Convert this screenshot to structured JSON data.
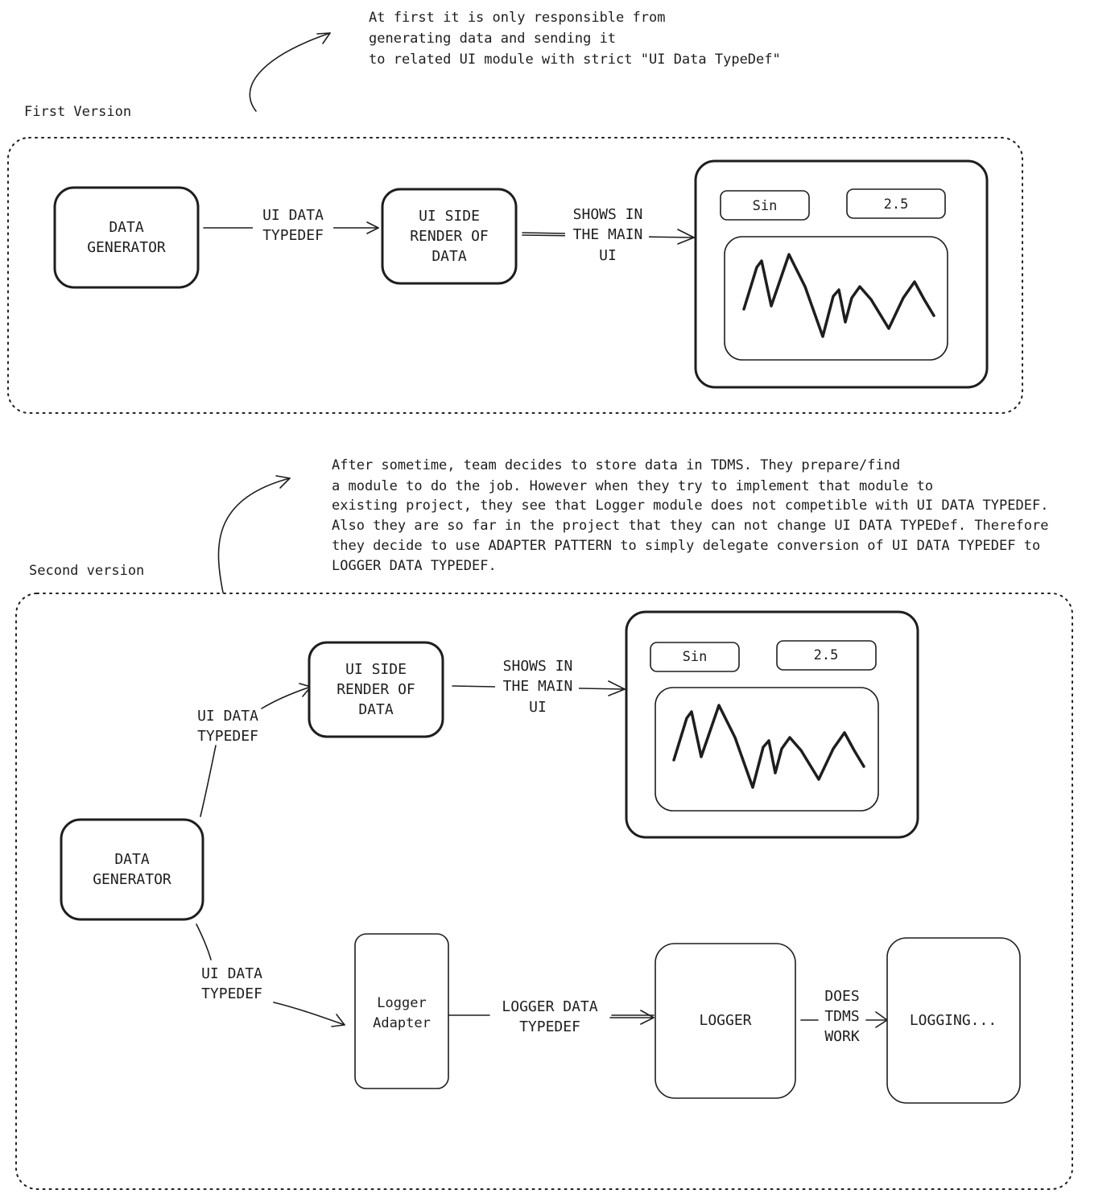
{
  "v1": {
    "title": "First Version",
    "note": [
      "At first it is only responsible from",
      "generating data and sending it",
      "to related UI module with strict \"UI Data TypeDef\""
    ],
    "data_generator": [
      "DATA",
      "GENERATOR"
    ],
    "edge_typedef": [
      "UI DATA",
      "TYPEDEF"
    ],
    "ui_render": [
      "UI SIDE",
      "RENDER OF",
      "DATA"
    ],
    "edge_shows": [
      "SHOWS IN",
      "THE MAIN",
      "UI"
    ],
    "field_name": "Sin",
    "field_value": "2.5"
  },
  "v2": {
    "title": "Second version",
    "note": [
      "After sometime, team decides to store data in TDMS. They prepare/find",
      "a module to do the job. However when they try to implement that module to",
      "existing project, they see that Logger module does not competible with UI DATA TYPEDEF.",
      "Also they are so far in the project that they can not change UI DATA TYPEDef. Therefore",
      "they decide to use ADAPTER PATTERN to simply delegate conversion of UI DATA TYPEDEF to",
      "LOGGER DATA TYPEDEF."
    ],
    "data_generator": [
      "DATA",
      "GENERATOR"
    ],
    "edge_typedef_upper": [
      "UI DATA",
      "TYPEDEF"
    ],
    "edge_typedef_lower": [
      "UI DATA",
      "TYPEDEF"
    ],
    "ui_render": [
      "UI SIDE",
      "RENDER OF",
      "DATA"
    ],
    "edge_shows": [
      "SHOWS IN",
      "THE MAIN",
      "UI"
    ],
    "field_name": "Sin",
    "field_value": "2.5",
    "adapter": [
      "Logger",
      "Adapter"
    ],
    "edge_logger_typedef": [
      "LOGGER DATA",
      "TYPEDEF"
    ],
    "logger": "LOGGER",
    "edge_tdms": [
      "DOES",
      "TDMS",
      "WORK"
    ],
    "logging": "LOGGING..."
  }
}
